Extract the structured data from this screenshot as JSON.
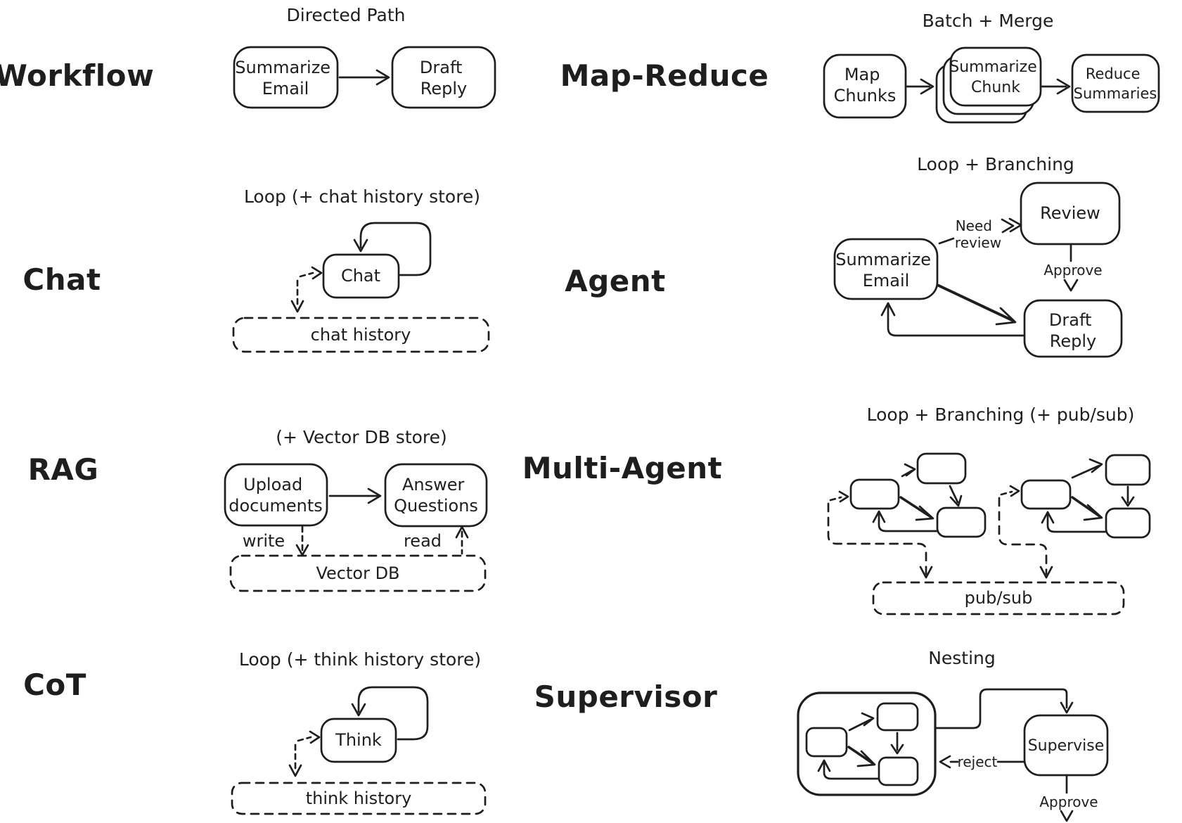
{
  "palette": {
    "ink": "#1e1e1e",
    "background": "#ffffff"
  },
  "sections": {
    "workflow": {
      "label": "Workflow",
      "caption": "Directed Path",
      "nodes": {
        "summarize_email": {
          "lines": [
            "Summarize",
            "Email"
          ]
        },
        "draft_reply": {
          "lines": [
            "Draft",
            "Reply"
          ]
        }
      }
    },
    "map_reduce": {
      "label": "Map-Reduce",
      "caption": "Batch + Merge",
      "nodes": {
        "map_chunks": {
          "lines": [
            "Map",
            "Chunks"
          ]
        },
        "summarize_chunk": {
          "lines": [
            "Summarize",
            "Chunk"
          ]
        },
        "reduce_summaries": {
          "lines": [
            "Reduce",
            "Summaries"
          ]
        }
      }
    },
    "chat": {
      "label": "Chat",
      "caption": "Loop (+ chat history store)",
      "nodes": {
        "chat": {
          "lines": [
            "Chat"
          ]
        }
      },
      "store": "chat history"
    },
    "agent": {
      "label": "Agent",
      "caption": "Loop + Branching",
      "nodes": {
        "summarize_email": {
          "lines": [
            "Summarize",
            "Email"
          ]
        },
        "review": {
          "lines": [
            "Review"
          ]
        },
        "draft_reply": {
          "lines": [
            "Draft",
            "Reply"
          ]
        }
      },
      "edges": {
        "need_review": [
          "Need",
          "review"
        ],
        "approve": "Approve"
      }
    },
    "rag": {
      "label": "RAG",
      "caption": "(+ Vector DB store)",
      "nodes": {
        "upload_documents": {
          "lines": [
            "Upload",
            "documents"
          ]
        },
        "answer_questions": {
          "lines": [
            "Answer",
            "Questions"
          ]
        }
      },
      "edges": {
        "write": "write",
        "read": "read"
      },
      "store": "Vector DB"
    },
    "multi_agent": {
      "label": "Multi-Agent",
      "caption": "Loop + Branching (+ pub/sub)",
      "store": "pub/sub"
    },
    "cot": {
      "label": "CoT",
      "caption": "Loop (+ think history store)",
      "nodes": {
        "think": {
          "lines": [
            "Think"
          ]
        }
      },
      "store": "think history"
    },
    "supervisor": {
      "label": "Supervisor",
      "caption": "Nesting",
      "nodes": {
        "supervise": {
          "lines": [
            "Supervise"
          ]
        }
      },
      "edges": {
        "reject": "reject",
        "approve": "Approve"
      }
    }
  }
}
